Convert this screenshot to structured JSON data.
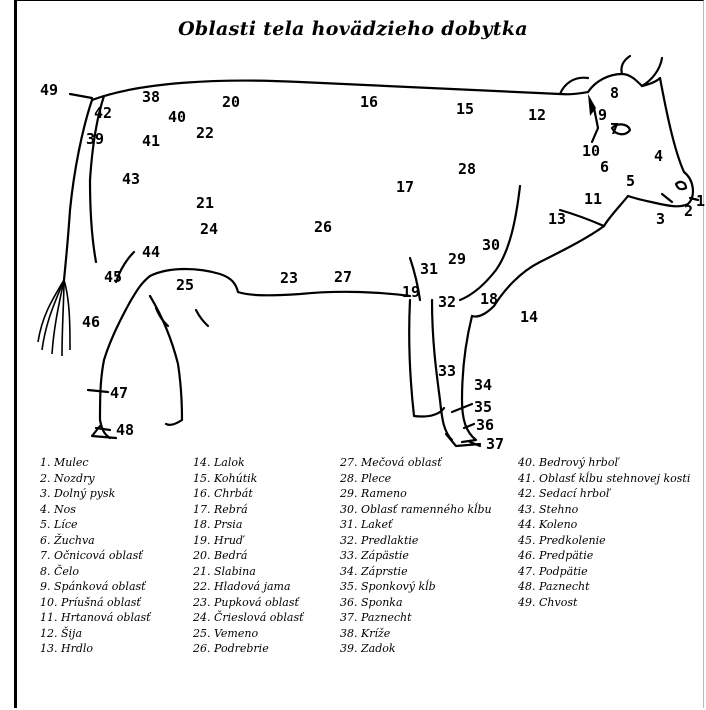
{
  "title": "Oblasti tela hovädzieho dobytka",
  "legend": [
    [
      "1. Mulec",
      "2. Nozdry",
      "3. Dolný pysk",
      "4. Nos",
      "5. Líce",
      "6. Žuchva",
      "7. Očnicová oblasť",
      "8. Čelo",
      "9. Spánková oblasť",
      "10. Príušná oblasť",
      "11. Hrtanová oblasť",
      "12. Šija",
      "13. Hrdlo"
    ],
    [
      "14. Lalok",
      "15. Kohútik",
      "16. Chrbát",
      "17. Rebrá",
      "18. Prsia",
      "19. Hruď",
      "20. Bedrá",
      "21. Slabina",
      "22. Hladová jama",
      "23. Pupková oblasť",
      "24. Črieslová oblasť",
      "25. Vemeno",
      "26. Podrebrie"
    ],
    [
      "27. Mečová oblasť",
      "28. Plece",
      "29. Rameno",
      "30. Oblasť ramenného kĺbu",
      "31. Lakeť",
      "32. Predlaktie",
      "33. Zápästie",
      "34. Záprstie",
      "35. Sponkový kĺb",
      "36. Sponka",
      "37. Paznecht",
      "38. Kríže",
      "39. Zadok"
    ],
    [
      "40. Bedrový hrboľ",
      "41. Oblasť kĺbu stehnovej kosti",
      "42. Sedací hrboľ",
      "43. Stehno",
      "44. Koleno",
      "45. Predkolenie",
      "46. Predpätie",
      "47. Podpätie",
      "48. Paznecht",
      "49. Chvost"
    ]
  ],
  "markers": [
    "1",
    "2",
    "3",
    "4",
    "5",
    "6",
    "7",
    "8",
    "9",
    "10",
    "11",
    "12",
    "13",
    "14",
    "15",
    "16",
    "17",
    "18",
    "19",
    "20",
    "21",
    "22",
    "23",
    "24",
    "25",
    "26",
    "27",
    "28",
    "29",
    "30",
    "31",
    "32",
    "33",
    "34",
    "35",
    "36",
    "37",
    "38",
    "39",
    "40",
    "41",
    "42",
    "43",
    "44",
    "45",
    "46",
    "47",
    "48",
    "49"
  ]
}
